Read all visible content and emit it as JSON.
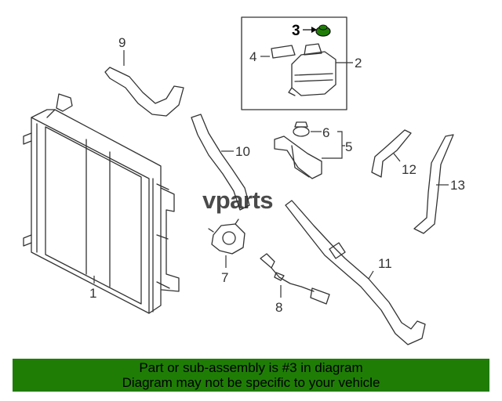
{
  "diagram": {
    "logo_text": "vparts",
    "callouts": {
      "c1": "1",
      "c2": "2",
      "c3": "3",
      "c4": "4",
      "c5": "5",
      "c6": "6",
      "c7": "7",
      "c8": "8",
      "c9": "9",
      "c10": "10",
      "c11": "11",
      "c12": "12",
      "c13": "13"
    },
    "highlight_color": "#1f7d06"
  },
  "banner": {
    "line1": "Part or sub-assembly is #3 in diagram",
    "line2": "Diagram may not be specific to your vehicle",
    "color": "#1f7d06"
  }
}
